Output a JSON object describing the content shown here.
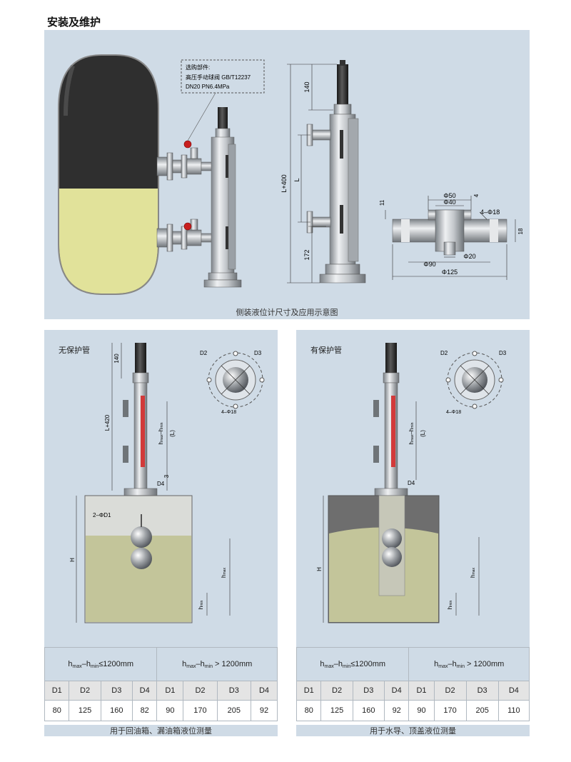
{
  "page_title": "安装及维护",
  "top_figure": {
    "callout": {
      "line1": "选购部件:",
      "line2": "高压手动球阀 GB/T12237",
      "line3": "DN20  PN6.4MPa"
    },
    "dims": {
      "l400": "L+400",
      "d140": "140",
      "dl": "L",
      "d172": "172",
      "d11": "11",
      "d4": "4",
      "d18": "18",
      "phi50": "Φ50",
      "phi40": "Φ40",
      "holes": "4–Φ18",
      "phi90": "Φ90",
      "phi20": "Φ20",
      "phi125": "Φ125"
    },
    "caption": "侧装液位计尺寸及应用示意图"
  },
  "left_figure": {
    "title": "无保护管",
    "dims": {
      "d140": "140",
      "l420": "L+420",
      "range": "(L)",
      "d3": "3",
      "d4": "D4",
      "d1": "2–ΦD1",
      "h": "H",
      "hmax_base": "h",
      "hmax_sub": "max",
      "hmin_base": "h",
      "hmin_sub": "min",
      "hrange_a": "h",
      "hrange_a_sub": "max",
      "hrange_b": "–h",
      "hrange_b_sub": "min"
    },
    "flange": {
      "d2": "D2",
      "d3": "D3",
      "holes": "4–Φ18"
    },
    "table": {
      "group1": {
        "h1": "h",
        "s1": "max",
        "h2": "–h",
        "s2": "min",
        "rest": "≤1200mm"
      },
      "group2": {
        "h1": "h",
        "s1": "max",
        "h2": "–h",
        "s2": "min",
        "rest": " > 1200mm"
      },
      "cols": [
        "D1",
        "D2",
        "D3",
        "D4",
        "D1",
        "D2",
        "D3",
        "D4"
      ],
      "values": [
        "80",
        "125",
        "160",
        "82",
        "90",
        "170",
        "205",
        "92"
      ]
    },
    "caption": "用于回油箱、漏油箱液位测量"
  },
  "right_figure": {
    "title": "有保护管",
    "dims": {
      "range": "(L)",
      "d4": "D4",
      "h": "H",
      "hmax_base": "h",
      "hmax_sub": "max",
      "hmin_base": "h",
      "hmin_sub": "min",
      "hrange_a": "h",
      "hrange_a_sub": "max",
      "hrange_b": "–h",
      "hrange_b_sub": "min"
    },
    "flange": {
      "d2": "D2",
      "d3": "D3",
      "holes": "4–Φ18"
    },
    "table": {
      "group1": {
        "h1": "h",
        "s1": "max",
        "h2": "–h",
        "s2": "min",
        "rest": "≤1200mm"
      },
      "group2": {
        "h1": "h",
        "s1": "max",
        "h2": "–h",
        "s2": "min",
        "rest": " > 1200mm"
      },
      "cols": [
        "D1",
        "D2",
        "D3",
        "D4",
        "D1",
        "D2",
        "D3",
        "D4"
      ],
      "values": [
        "80",
        "125",
        "160",
        "92",
        "90",
        "170",
        "205",
        "110"
      ]
    },
    "caption": "用于水导、顶盖液位测量"
  },
  "colors": {
    "panel": "#cfdbe6",
    "tank_dark": "#2e2e2e",
    "liquid": "#e1e29a",
    "tank_liquid_bottom": "#c3c59a",
    "metal": "#b8bcc0",
    "red_float": "#d23a3a"
  }
}
